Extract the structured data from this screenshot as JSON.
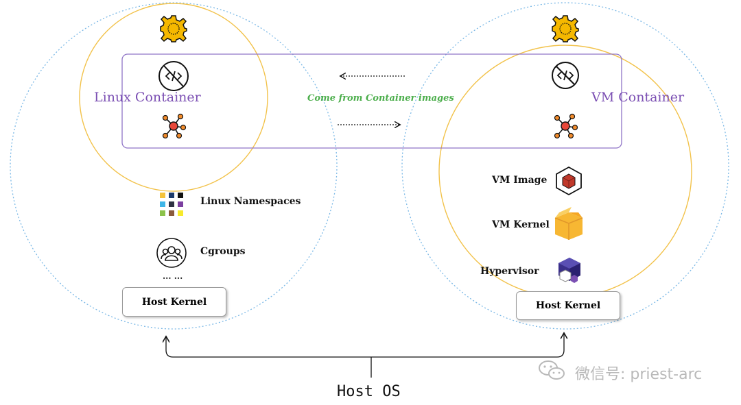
{
  "linux_side": {
    "title": "Linux Container",
    "components": {
      "namespaces": "Linux Namespaces",
      "cgroups": "Cgroups",
      "more": "... ...",
      "kernel": "Host Kernel"
    },
    "namespace_grid_colors": [
      "#f5c33b",
      "#1b3a6b",
      "#111111",
      "#3fb6e8",
      "#2d3142",
      "#7b3fa0",
      "#8cc24a",
      "#8a5a3c",
      "#f7ea2b"
    ]
  },
  "vm_side": {
    "title": "VM Container",
    "components": {
      "image": "VM Image",
      "kernel": "VM Kernel",
      "hypervisor": "Hypervisor",
      "host_kernel": "Host Kernel"
    }
  },
  "flow": {
    "label": "Come from Container images"
  },
  "host_os": "Host OS",
  "watermark": "微信号: priest-arc",
  "icons": [
    "gear-icon",
    "code-icon",
    "network-node-icon",
    "user-group-icon",
    "cube-icon",
    "box-icon",
    "hypervisor-cubes-icon",
    "wechat-icon"
  ],
  "colors": {
    "accent_purple": "#7b4fb3",
    "circle_orange": "#f2c24a",
    "dotted_blue": "#7ab8e6",
    "green_label": "#4cae4c"
  }
}
